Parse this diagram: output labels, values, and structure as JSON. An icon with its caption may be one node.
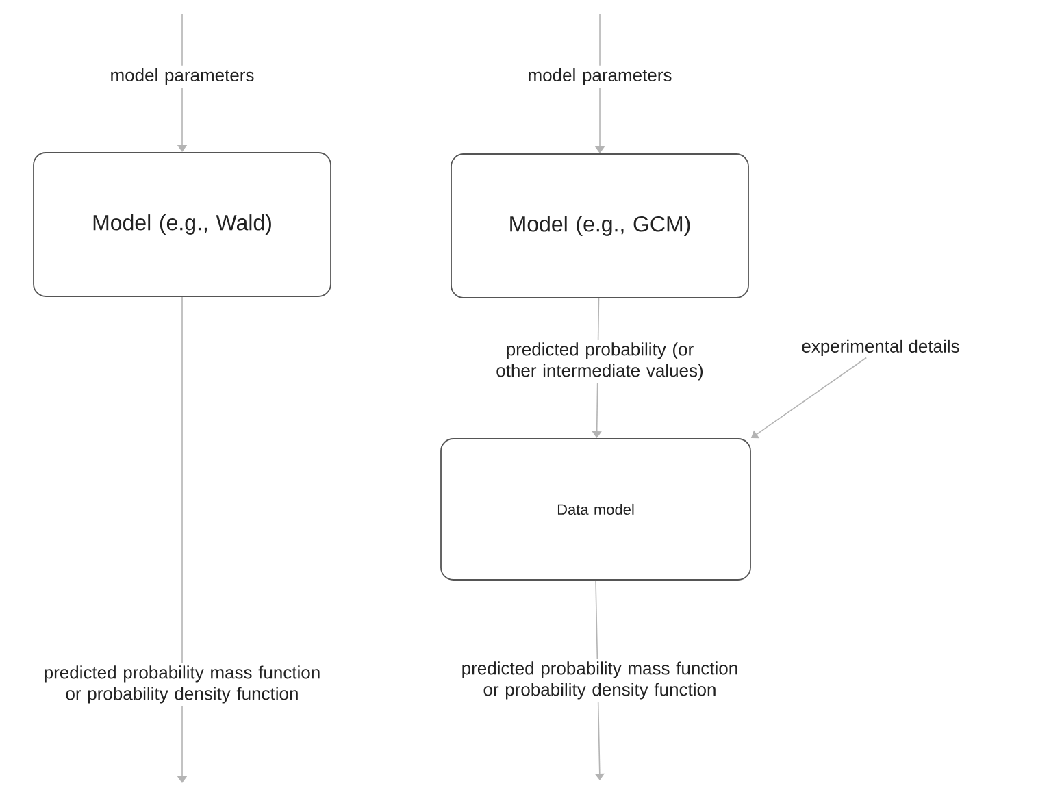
{
  "diagram": {
    "nodes": [
      {
        "text": [
          "Model (e.g., Wald)"
        ]
      },
      {
        "text": [
          "Model (e.g., GCM)"
        ]
      },
      {
        "text": [
          "Data model"
        ]
      },
      {
        "text": [
          "experimental details"
        ]
      }
    ],
    "edges": [
      {
        "from": null,
        "to": 0,
        "arrow": "to",
        "label": "model parameters"
      },
      {
        "from": 0,
        "to": null,
        "arrow": "to",
        "label": "predicted probability mass function or probability density function"
      },
      {
        "from": null,
        "to": 1,
        "arrow": "to",
        "label": "model parameters"
      },
      {
        "from": 1,
        "to": 2,
        "arrow": "to",
        "label": "predicted probability (or other intermediate values)"
      },
      {
        "from": 3,
        "to": 2,
        "arrow": "to"
      },
      {
        "from": 2,
        "to": null,
        "arrow": "to",
        "label": "predicted probability mass function or probability density function"
      }
    ]
  }
}
